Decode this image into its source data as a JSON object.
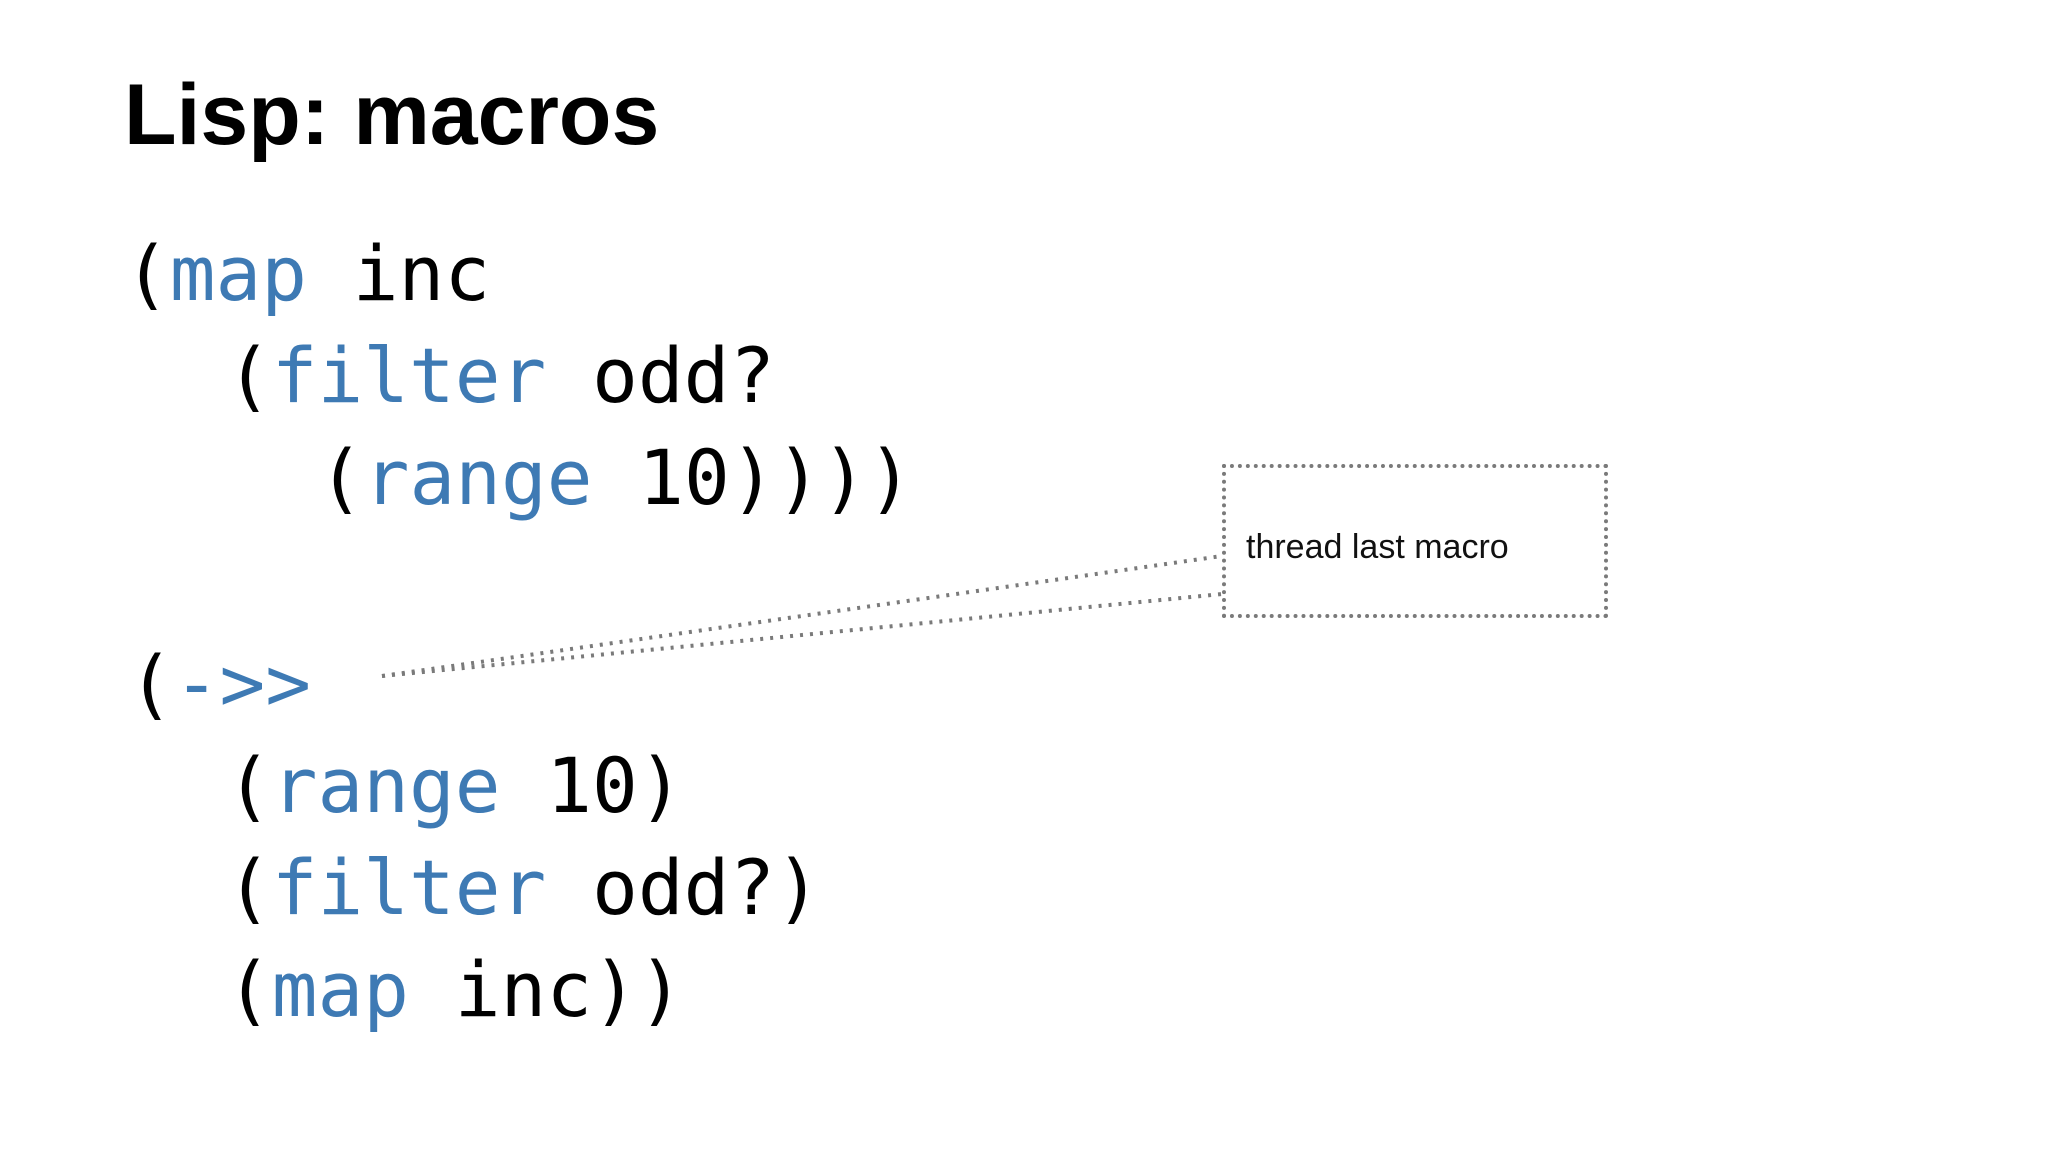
{
  "slide": {
    "title": "Lisp: macros",
    "colors": {
      "keyword": "#3e7ab4",
      "text": "#000000",
      "callout_border": "#7a7a7a"
    },
    "nested_code": [
      {
        "open": "(",
        "keyword": "map",
        "rest": " inc"
      },
      {
        "open": "(",
        "keyword": "filter",
        "rest": " odd?"
      },
      {
        "open": "(",
        "keyword": "range",
        "rest": " 10))))"
      }
    ],
    "threaded_code": [
      {
        "open": "(",
        "keyword": "->>",
        "rest": ""
      },
      {
        "open": "(",
        "keyword": "range",
        "rest": " 10)"
      },
      {
        "open": "(",
        "keyword": "filter",
        "rest": " odd?)"
      },
      {
        "open": "(",
        "keyword": "map",
        "rest": " inc))"
      }
    ],
    "callout": {
      "text": "thread last macro"
    }
  }
}
